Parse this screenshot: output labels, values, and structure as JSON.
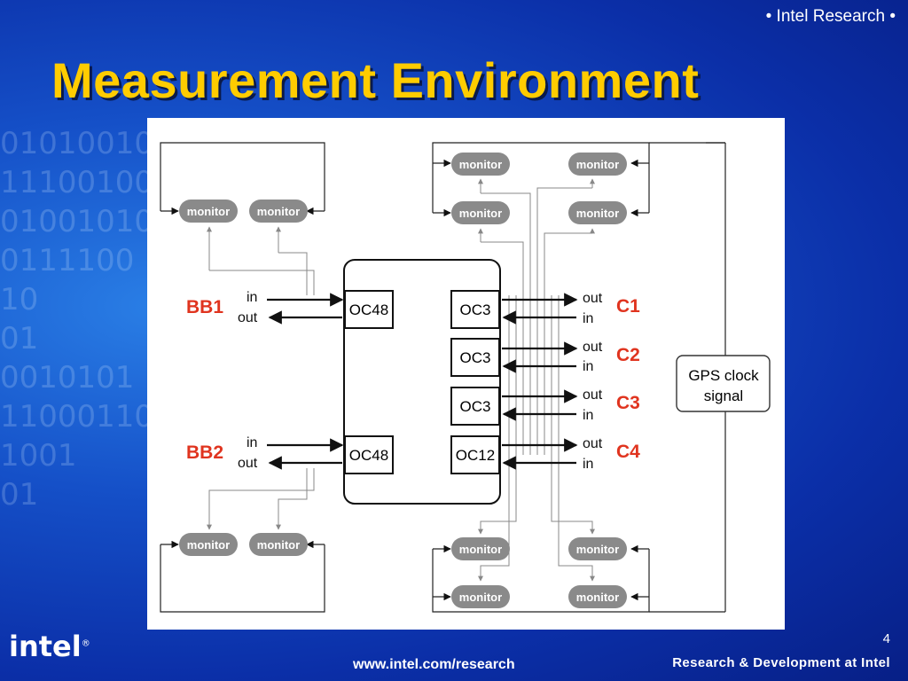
{
  "header": {
    "brand_tag": "• Intel Research •"
  },
  "slide": {
    "title": "Measurement Environment",
    "page_number": "4"
  },
  "footer": {
    "logo_text": "intel",
    "logo_mark": "®",
    "url": "www.intel.com/research",
    "tagline": "Research & Development at Intel"
  },
  "diagram": {
    "monitor_label": "monitor",
    "ports": {
      "oc48": "OC48",
      "oc3": "OC3",
      "oc12": "OC12"
    },
    "links": {
      "bb1": "BB1",
      "bb2": "BB2",
      "c1": "C1",
      "c2": "C2",
      "c3": "C3",
      "c4": "C4"
    },
    "direction": {
      "in": "in",
      "out": "out"
    },
    "gps": {
      "line1": "GPS clock",
      "line2": "signal"
    }
  },
  "colors": {
    "title": "#ffcc00",
    "link_label": "#e0341f",
    "monitor": "#8a8a8a",
    "background": "#1550c8"
  }
}
